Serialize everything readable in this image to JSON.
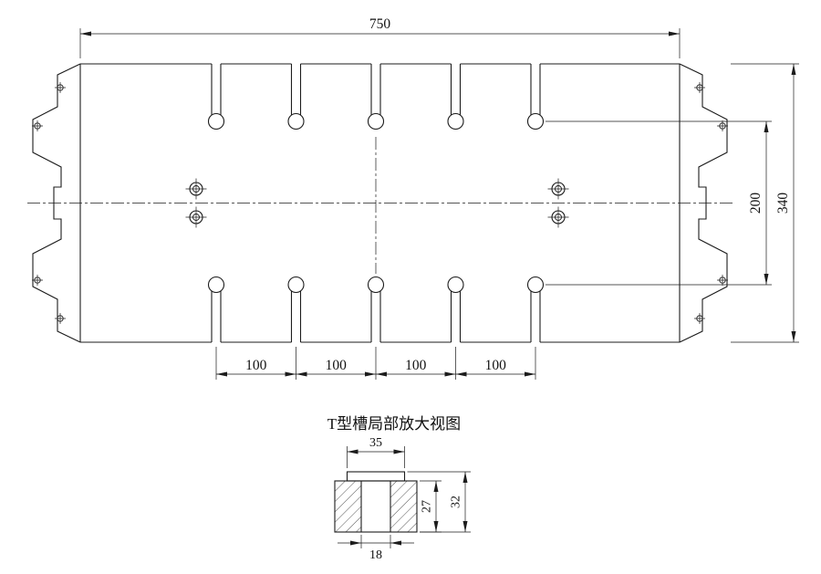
{
  "drawing": {
    "detail_title": "T型槽局部放大视图",
    "dims": {
      "overall_length": "750",
      "overall_width": "340",
      "slot_row_spacing": "200",
      "slot_spacing": [
        "100",
        "100",
        "100",
        "100"
      ],
      "detail_top_width": "35",
      "detail_inner_depth": "27",
      "detail_total_depth": "32",
      "detail_slot_width": "18"
    },
    "colors": {
      "line": "#1c1c1c",
      "background": "#ffffff"
    }
  }
}
